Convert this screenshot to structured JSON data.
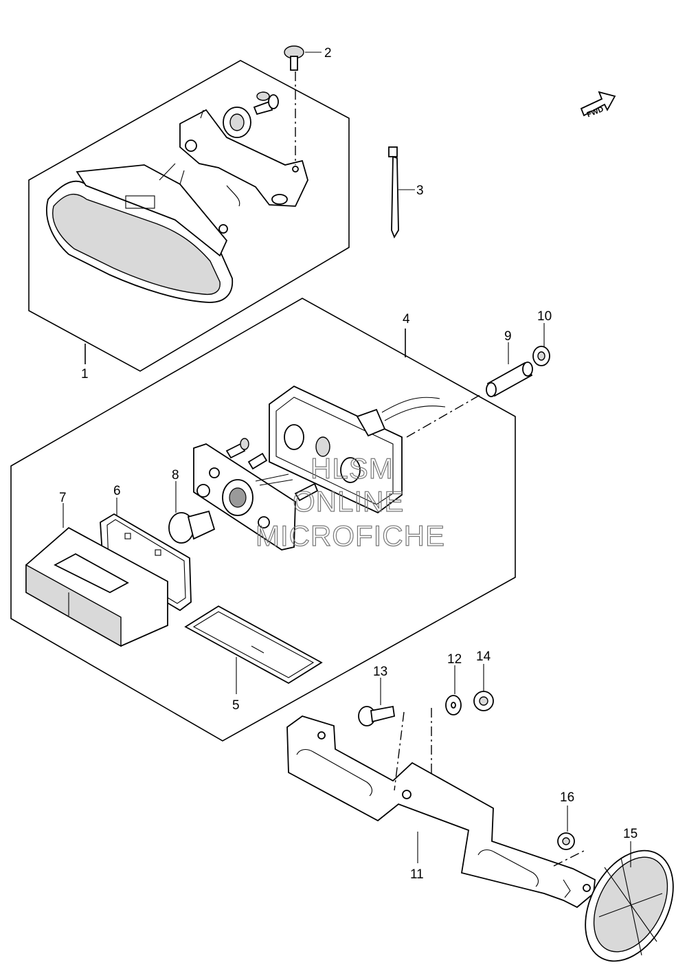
{
  "callouts": [
    "1",
    "2",
    "3",
    "4",
    "5",
    "6",
    "7",
    "8",
    "9",
    "10",
    "11",
    "12",
    "13",
    "14",
    "15",
    "16"
  ],
  "fwd_label": "FWD",
  "watermark": [
    "HLSM",
    "ONLINE",
    "MICROFICHE"
  ]
}
